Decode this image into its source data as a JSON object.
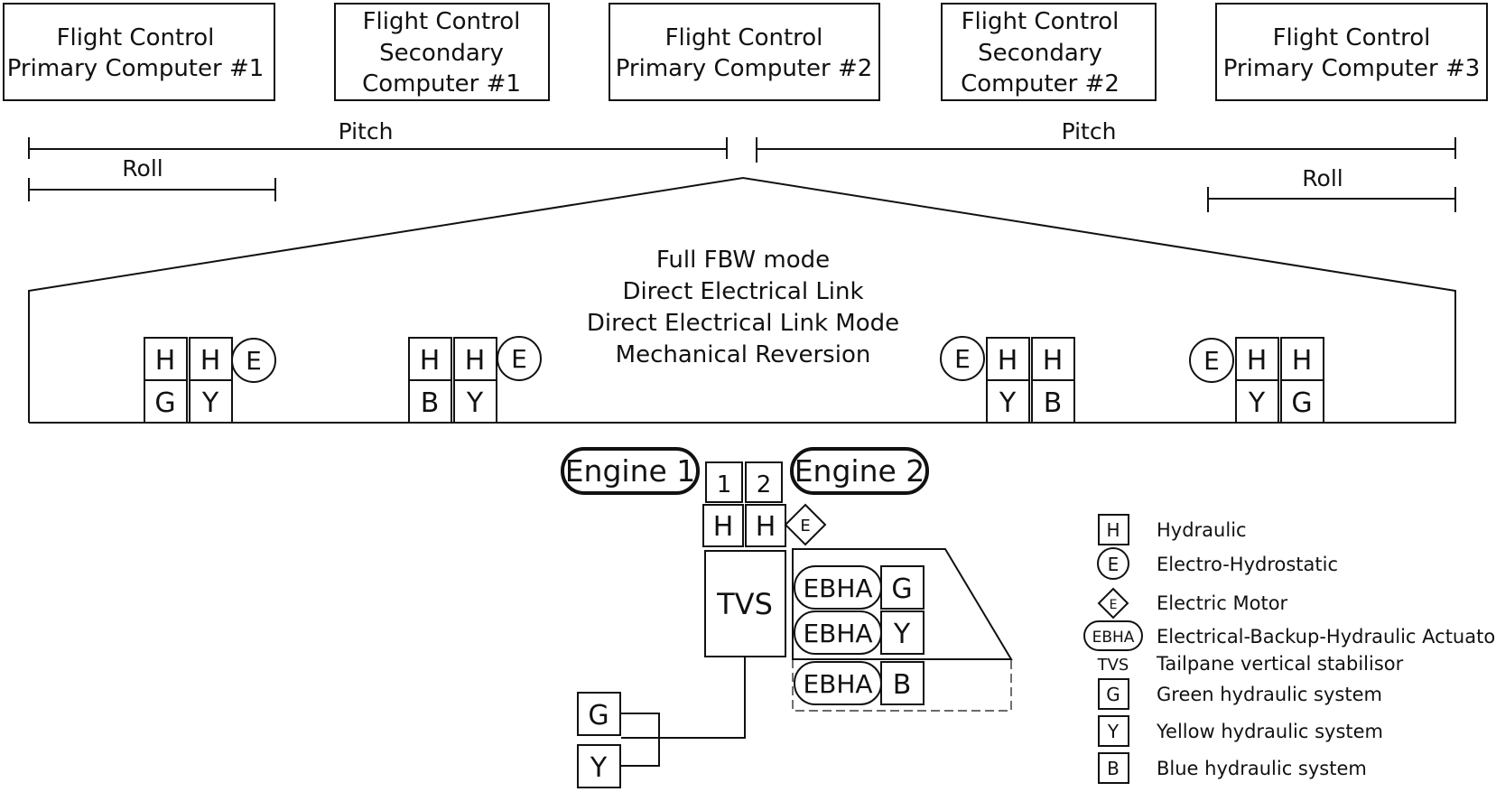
{
  "computers": [
    {
      "lines": [
        "Flight Control",
        "Primary Computer #1"
      ]
    },
    {
      "lines": [
        "Flight Control",
        "Secondary",
        "Computer #1"
      ]
    },
    {
      "lines": [
        "Flight Control",
        "Primary Computer #2"
      ]
    },
    {
      "lines": [
        "Flight Control",
        "Secondary",
        "Computer #2"
      ]
    },
    {
      "lines": [
        "Flight Control",
        "Primary Computer #3"
      ]
    }
  ],
  "axes": {
    "pitch_left": "Pitch",
    "roll_left": "Roll",
    "pitch_right": "Pitch",
    "roll_right": "Roll"
  },
  "modes": [
    "Full FBW mode",
    "Direct Electrical Link",
    "Direct Electrical Link Mode",
    "Mechanical Reversion"
  ],
  "actuators": [
    {
      "top": [
        "H",
        "H"
      ],
      "bottom": [
        "G",
        "Y"
      ],
      "motor": "E"
    },
    {
      "top": [
        "H",
        "H"
      ],
      "bottom": [
        "B",
        "Y"
      ],
      "motor": "E"
    },
    {
      "top": [
        "H",
        "H"
      ],
      "bottom": [
        "Y",
        "B"
      ],
      "motor": "E"
    },
    {
      "top": [
        "H",
        "H"
      ],
      "bottom": [
        "Y",
        "G"
      ],
      "motor": "E"
    }
  ],
  "engines": {
    "engine1": "Engine 1",
    "engine2": "Engine 2",
    "num1": "1",
    "num2": "2"
  },
  "stabiliser": {
    "h1": "H",
    "h2": "H",
    "motor": "E",
    "tvs": "TVS"
  },
  "ebha_rows": [
    {
      "label": "EBHA",
      "system": "G"
    },
    {
      "label": "EBHA",
      "system": "Y"
    },
    {
      "label": "EBHA",
      "system": "B"
    }
  ],
  "supply": [
    "G",
    "Y"
  ],
  "legend": [
    {
      "symbol": "H",
      "label": "Hydraulic"
    },
    {
      "symbol": "E",
      "label": "Electro-Hydrostatic"
    },
    {
      "symbol": "E",
      "label": "Electric Motor"
    },
    {
      "symbol": "EBHA",
      "label": "Electrical-Backup-Hydraulic Actuator"
    },
    {
      "symbol": "TVS",
      "label": "Tailpane vertical stabilisor"
    },
    {
      "symbol": "G",
      "label": "Green hydraulic system"
    },
    {
      "symbol": "Y",
      "label": "Yellow hydraulic system"
    },
    {
      "symbol": "B",
      "label": "Blue hydraulic system"
    }
  ]
}
